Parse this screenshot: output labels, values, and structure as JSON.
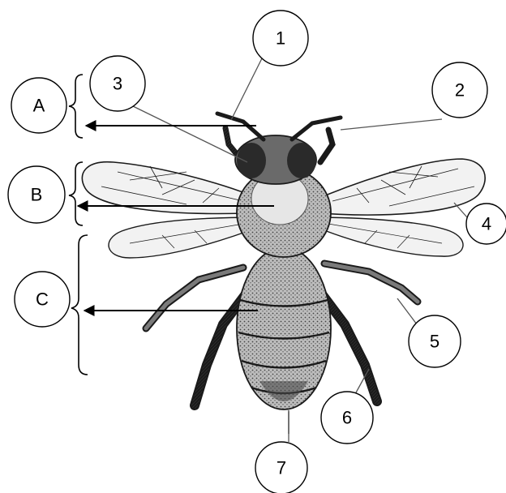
{
  "section_labels": {
    "a": "A",
    "b": "B",
    "c": "C"
  },
  "part_labels": {
    "p1": "1",
    "p2": "2",
    "p3": "3",
    "p4": "4",
    "p5": "5",
    "p6": "6",
    "p7": "7"
  },
  "colors": {
    "ink": "#1a1a1a",
    "wing_fill": "#f2f2f2",
    "body_fill": "#8a8a8a",
    "thorax_fill": "#d8d8d8"
  }
}
